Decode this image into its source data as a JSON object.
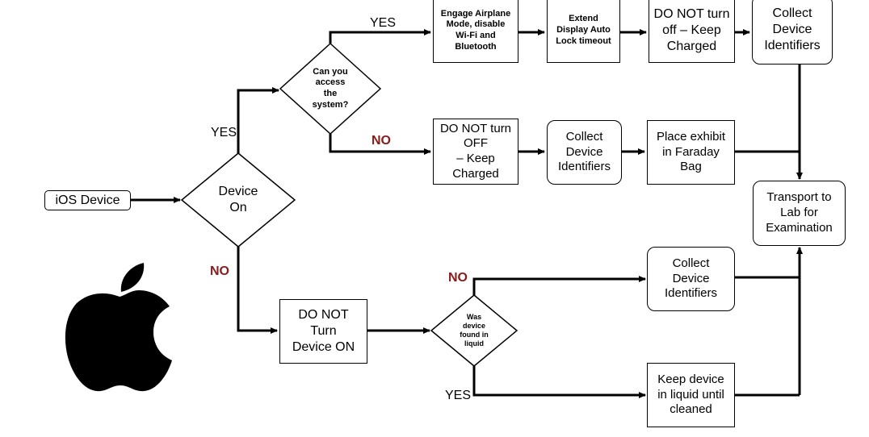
{
  "start": {
    "label": "iOS Device"
  },
  "decisions": {
    "device_on": "Device\nOn",
    "access_system": "Can you\naccess\nthe\nsystem?",
    "liquid": "Was\ndevice\nfound in\nliquid"
  },
  "branch_labels": {
    "device_on_yes": "YES",
    "device_on_no": "NO",
    "access_yes": "YES",
    "access_no": "NO",
    "liquid_no": "NO",
    "liquid_yes": "YES"
  },
  "steps": {
    "airplane_mode": "Engage Airplane\nMode, disable\nWi-Fi and\nBluetooth",
    "extend_lock": "Extend\nDisplay Auto\nLock timeout",
    "dont_turn_off_keep_charged_top": "DO NOT turn\noff – Keep\nCharged",
    "collect_ids_top": "Collect\nDevice\nIdentifiers",
    "dont_turn_off_keep_charged_mid": "DO NOT turn\nOFF\n– Keep\nCharged",
    "collect_ids_mid": "Collect\nDevice\nIdentifiers",
    "faraday_bag": "Place exhibit\nin Faraday\nBag",
    "transport": "Transport to\nLab for\nExamination",
    "dont_turn_on": "DO NOT\nTurn\nDevice ON",
    "collect_ids_bottom": "Collect\nDevice\nIdentifiers",
    "keep_in_liquid": "Keep device\nin liquid until\ncleaned"
  },
  "logo": {
    "icon": "apple-logo"
  }
}
